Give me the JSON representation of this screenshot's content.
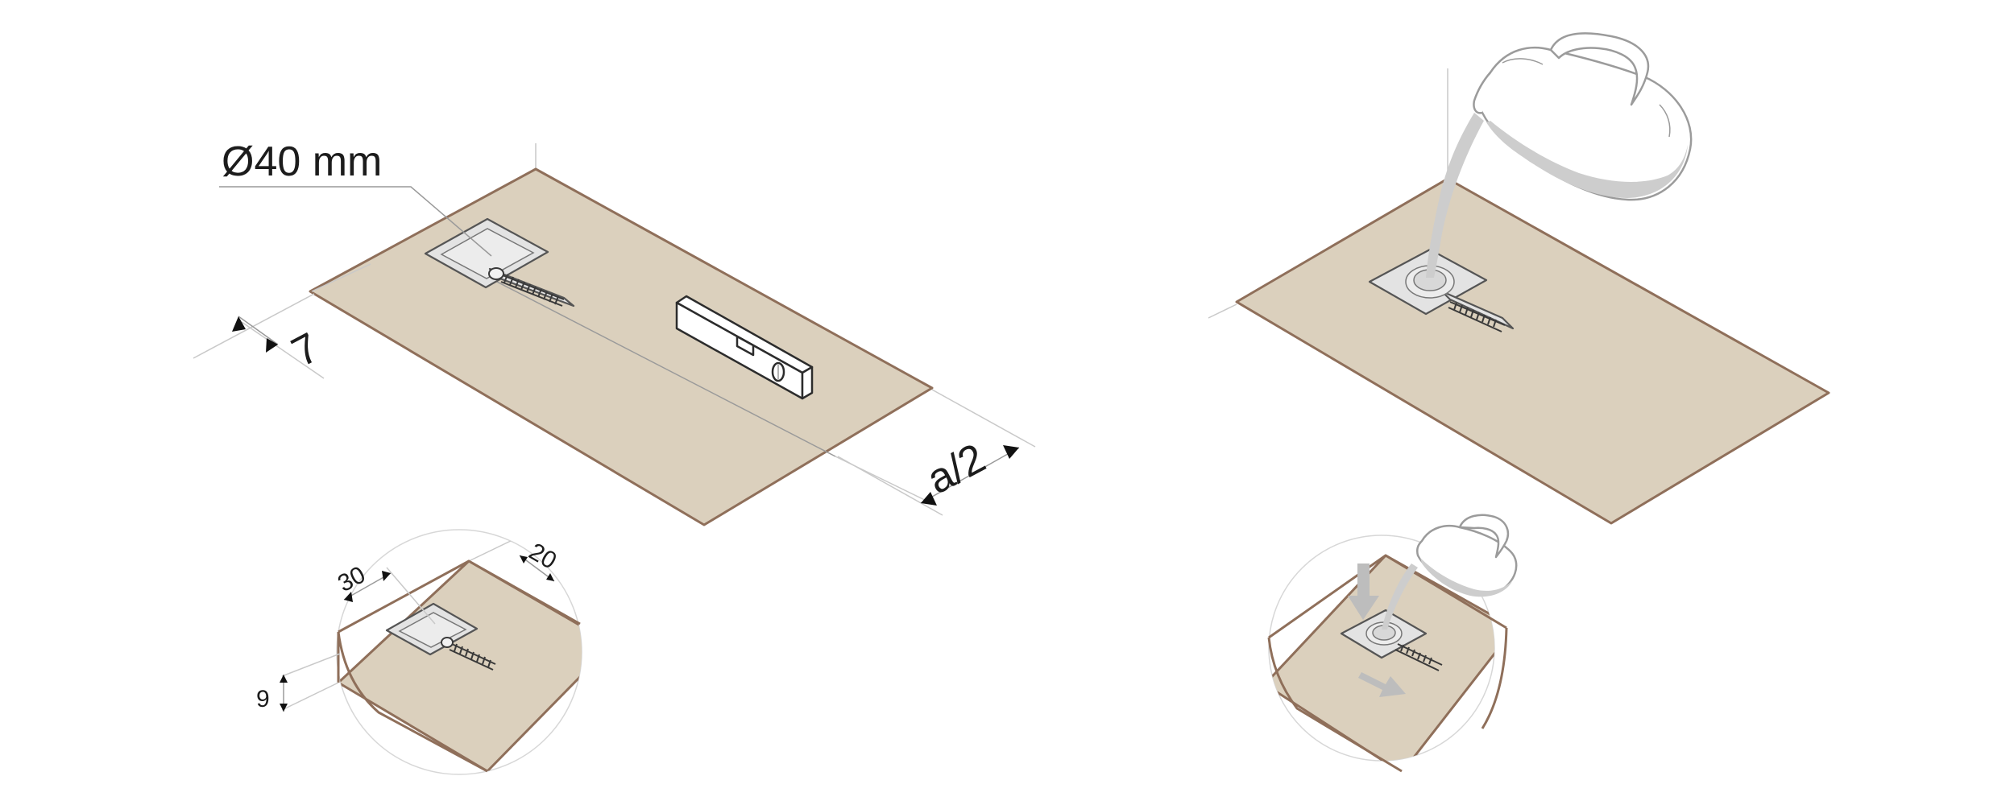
{
  "labels": {
    "hole_diameter": "Ø40 mm",
    "edge_offset": "7",
    "center_offset": "a/2",
    "detail_width": "30",
    "detail_length": "20",
    "detail_depth": "9"
  },
  "colors": {
    "board_fill": "#dbd0bd",
    "board_edge": "#8f6f5a",
    "liquid": "#cdcdcd",
    "line_art": "#2c2c2c"
  },
  "icons": {
    "spirit_level": "spirit-level-icon",
    "pouring_jug": "pouring-jug-icon",
    "flow_arrow": "down-arrow-icon"
  }
}
